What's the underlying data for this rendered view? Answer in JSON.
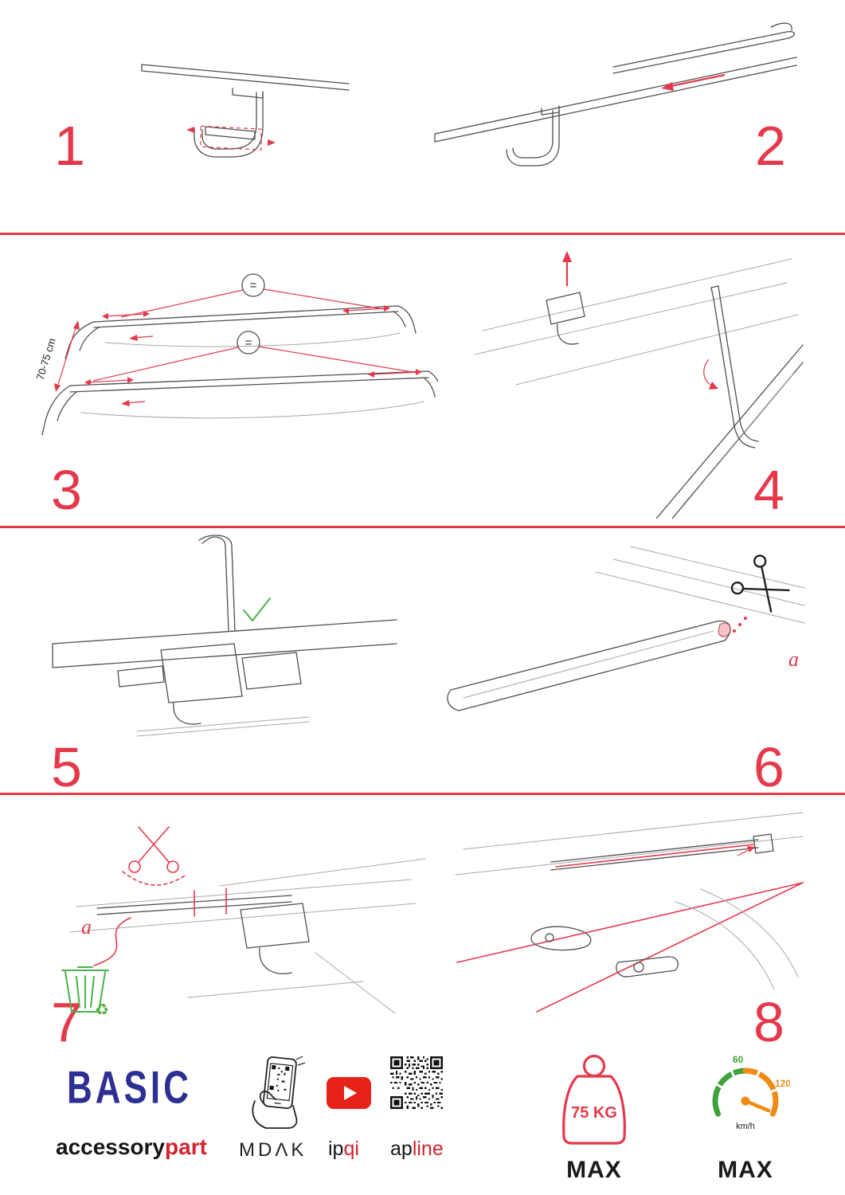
{
  "colors": {
    "accent_red": "#e5394b",
    "brand_blue": "#2d2f92",
    "brand_red": "#d2232e",
    "green": "#49b24a",
    "orange": "#ef8b13",
    "youtube_red": "#e62117"
  },
  "steps": [
    {
      "number": "1"
    },
    {
      "number": "2"
    },
    {
      "number": "3"
    },
    {
      "number": "4"
    },
    {
      "number": "5"
    },
    {
      "number": "6"
    },
    {
      "number": "7"
    },
    {
      "number": "8"
    }
  ],
  "step3": {
    "equals": "=",
    "measurement": "70-75 cm"
  },
  "step6": {
    "label": "a"
  },
  "step7": {
    "label": "a"
  },
  "icons": {
    "recycle": "♻"
  },
  "footer": {
    "logo": "BASIC",
    "brand_black": "accessory",
    "brand_red": "part",
    "partner1": "MDΛK",
    "partner2_black": "ip",
    "partner2_red": "qi",
    "partner3_black": "ap",
    "partner3_red": "line",
    "weight": "75 KG",
    "weight_max": "MAX",
    "speed_low": "60",
    "speed_high": "120",
    "speed_unit": "km/h",
    "speed_max": "MAX"
  }
}
